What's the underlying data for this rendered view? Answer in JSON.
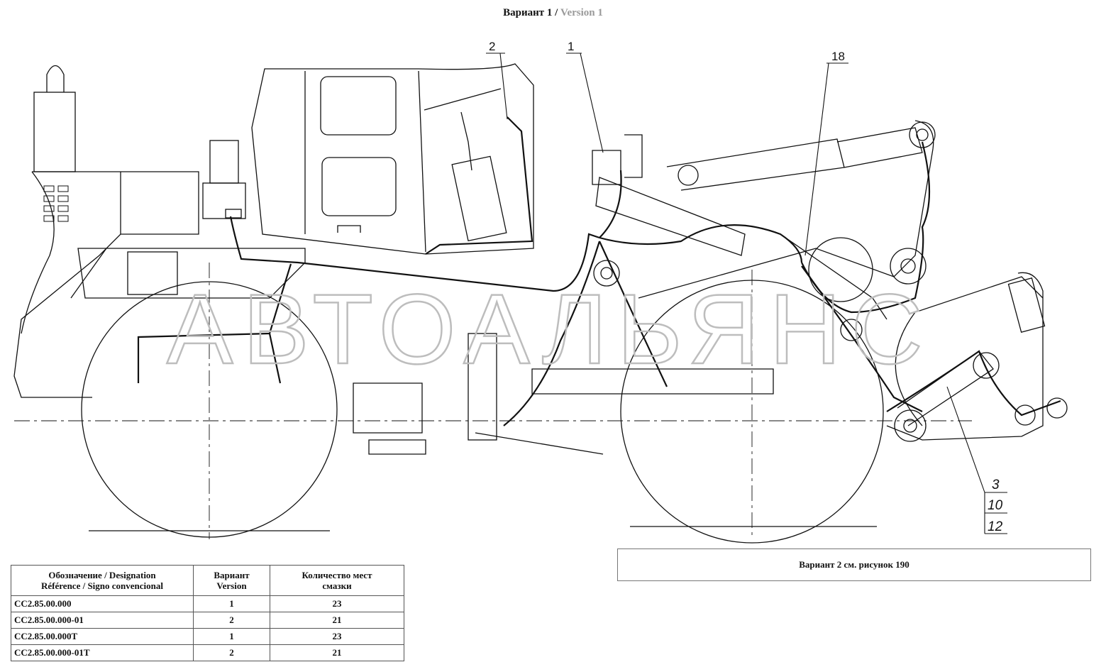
{
  "title": {
    "main": "Вариант 1",
    "separator": " / ",
    "version": "Version 1"
  },
  "callouts": {
    "c1": "1",
    "c2": "2",
    "c18": "18",
    "c3": "3",
    "c10": "10",
    "c12": "12"
  },
  "watermark": "АВТОАЛЬЯНС",
  "note": "Вариант 2 см. рисунок 190",
  "table": {
    "headers": {
      "designation": "Обозначение / Designation",
      "designation2": "Référence / Signo convencional",
      "variant": "Вариант",
      "variant2": "Version",
      "count": "Количество мест",
      "count2": "смазки"
    },
    "rows": [
      {
        "designation": "CC2.85.00.000",
        "variant": "1",
        "count": "23"
      },
      {
        "designation": "CC2.85.00.000-01",
        "variant": "2",
        "count": "21"
      },
      {
        "designation": "CC2.85.00.000T",
        "variant": "1",
        "count": "23"
      },
      {
        "designation": "CC2.85.00.000-01T",
        "variant": "2",
        "count": "21"
      }
    ]
  },
  "colors": {
    "line": "#111111",
    "watermark": "#bdbdbd",
    "version_text": "#9a9a9a"
  }
}
